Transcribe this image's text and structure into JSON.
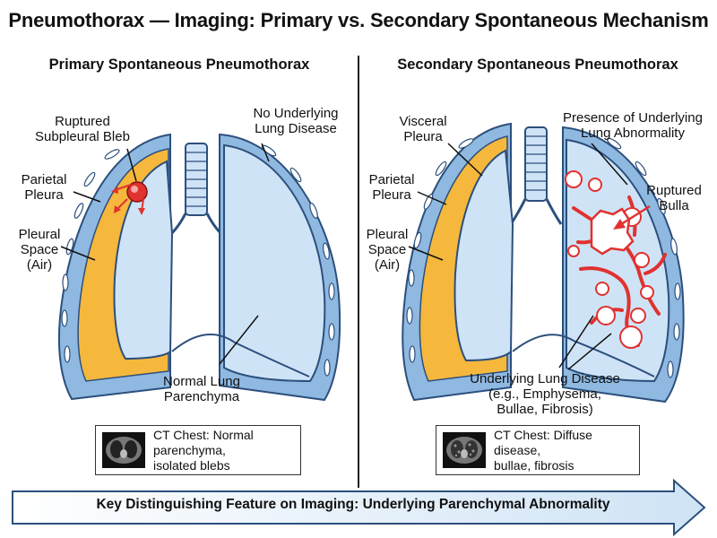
{
  "title": "Pneumothorax — Imaging: Primary vs. Secondary Spontaneous Mechanism",
  "left_panel": {
    "title": "Primary Spontaneous Pneumothorax",
    "labels": {
      "ruptured_bleb": [
        "Ruptured",
        "Subpleural Bleb"
      ],
      "no_disease": [
        "No Underlying",
        "Lung Disease"
      ],
      "parietal_pleura": [
        "Parietal",
        "Pleura"
      ],
      "pleural_space": [
        "Pleural",
        "Space",
        "(Air)"
      ],
      "normal_lung": [
        "Normal Lung",
        "Parenchyma"
      ]
    },
    "ct_caption": [
      "CT Chest: Normal parenchyma,",
      "isolated blebs"
    ]
  },
  "right_panel": {
    "title": "Secondary Spontaneous Pneumothorax",
    "labels": {
      "visceral_pleura": [
        "Visceral",
        "Pleura"
      ],
      "underlying_abnormality": [
        "Presence of Underlying",
        "Lung Abnormality"
      ],
      "parietal_pleura": [
        "Parietal",
        "Pleura"
      ],
      "pleural_space": [
        "Pleural",
        "Space",
        "(Air)"
      ],
      "ruptured_bulla": [
        "Ruptured",
        "Bulla"
      ],
      "underlying_disease": [
        "Underlying Lung Disease",
        "(e.g., Emphysema,",
        "Bullae, Fibrosis)"
      ]
    },
    "ct_caption": [
      "CT Chest: Diffuse disease,",
      "bullae, fibrosis"
    ]
  },
  "footer_arrow": "Key Distinguishing Feature on Imaging: Underlying Parenchymal Abnormality",
  "colors": {
    "pleura_blue": "#8fb9e0",
    "pleura_outline": "#2c4f7c",
    "lung_fill": "#cfe3f7",
    "air_space": "#f5b73c",
    "rupture_red": "#e0322f",
    "arrow_fill": "#e9f3fb"
  }
}
